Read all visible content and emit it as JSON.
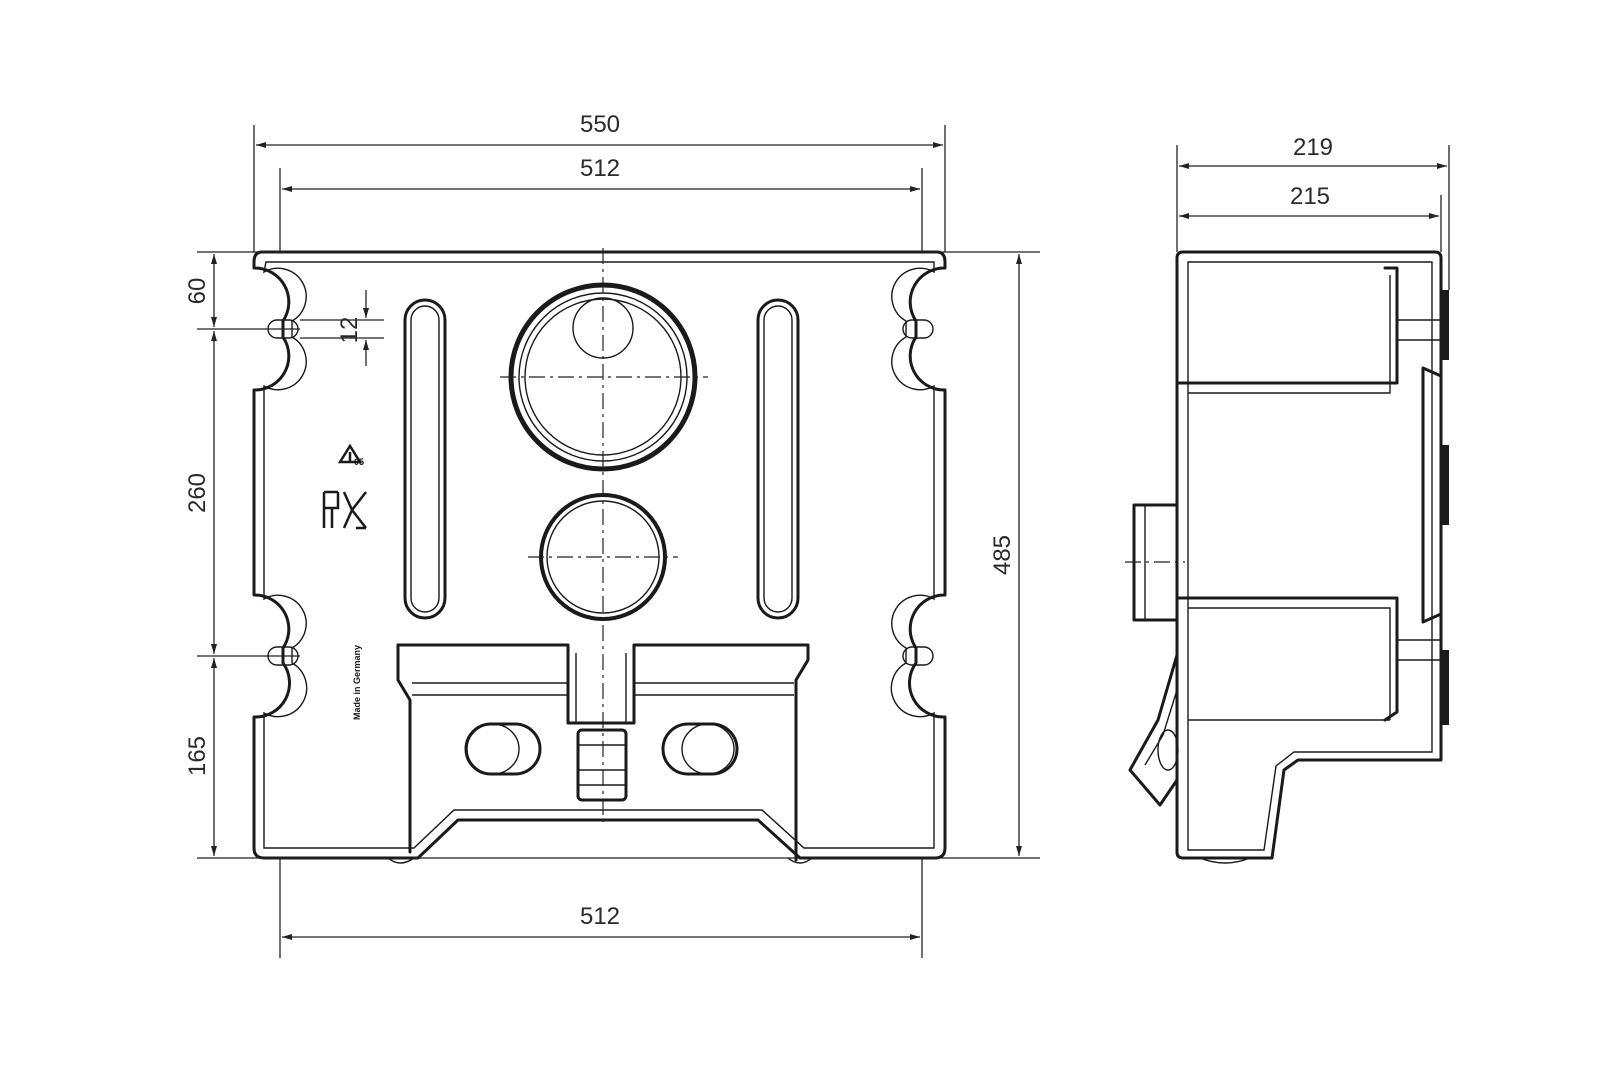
{
  "front_view": {
    "dimensions": {
      "overall_width": "550",
      "inner_width_top": "512",
      "inner_width_bottom": "512",
      "first_slot_height": "60",
      "slot_width": "12",
      "slot_spacing": "260",
      "lower_height": "165",
      "overall_height": "485"
    },
    "made_in_label": "Made in Germany"
  },
  "side_view": {
    "dimensions": {
      "overall_depth": "219",
      "body_depth": "215"
    }
  }
}
